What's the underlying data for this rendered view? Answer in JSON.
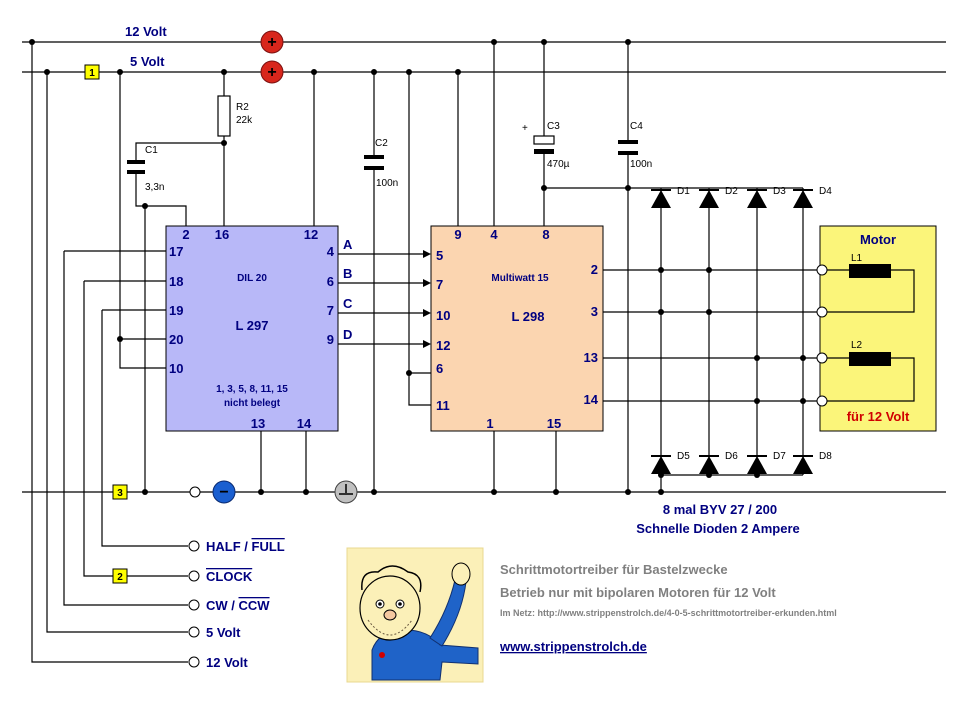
{
  "rails": {
    "v12": "12 Volt",
    "v5": "5 Volt"
  },
  "markers": {
    "m1": "1",
    "m2": "2",
    "m3": "3"
  },
  "components": {
    "r2_name": "R2",
    "r2_value": "22k",
    "c1_name": "C1",
    "c1_value": "3,3n",
    "c2_name": "C2",
    "c2_value": "100n",
    "c3_name": "C3",
    "c3_value": "470µ",
    "c4_name": "C4",
    "c4_value": "100n",
    "c3_plus": "+"
  },
  "ic1": {
    "package": "DIL 20",
    "name": "L 297",
    "note1": "1, 3, 5, 8, 11, 15",
    "note2": "nicht belegt",
    "pin_2": "2",
    "pin_16": "16",
    "pin_12": "12",
    "pin_17": "17",
    "pin_18": "18",
    "pin_19": "19",
    "pin_20": "20",
    "pin_10": "10",
    "pin_4": "4",
    "pin_6": "6",
    "pin_7": "7",
    "pin_9": "9",
    "pin_13": "13",
    "pin_14": "14"
  },
  "signals": {
    "a": "A",
    "b": "B",
    "c": "C",
    "d": "D"
  },
  "ic2": {
    "package": "Multiwatt 15",
    "name": "L 298",
    "pin_9": "9",
    "pin_4": "4",
    "pin_8": "8",
    "pin_5": "5",
    "pin_7": "7",
    "pin_10": "10",
    "pin_12": "12",
    "pin_6": "6",
    "pin_11": "11",
    "pin_1": "1",
    "pin_15": "15",
    "pin_2": "2",
    "pin_3": "3",
    "pin_13": "13",
    "pin_14": "14"
  },
  "diodes": {
    "d1": "D1",
    "d2": "D2",
    "d3": "D3",
    "d4": "D4",
    "d5": "D5",
    "d6": "D6",
    "d7": "D7",
    "d8": "D8",
    "note1": "8 mal BYV 27 / 200",
    "note2": "Schnelle Dioden 2 Ampere"
  },
  "motor": {
    "title": "Motor",
    "l1": "L1",
    "l2": "L2",
    "voltage": "für 12 Volt"
  },
  "inputs": {
    "half_full_a": "HALF / ",
    "half_full_b": "FULL",
    "clock": "CLOCK",
    "cw_a": "CW / ",
    "cw_b": "CCW",
    "v5": "5 Volt",
    "v12": "12 Volt"
  },
  "power_symbols": {
    "plus": "+",
    "minus": "−"
  },
  "caption": {
    "line1": "Schrittmotortreiber für Bastelzwecke",
    "line2": "Betrieb nur mit bipolaren Motoren für 12 Volt",
    "line3": "Im Netz: http://www.strippenstrolch.de/4-0-5-schrittmotortreiber-erkunden.html",
    "url": "www.strippenstrolch.de"
  },
  "colors": {
    "ic1_fill": "#b8b8f8",
    "ic2_fill": "#fbd5b0",
    "motor_fill": "#fbf57a",
    "marker_fill": "#ffff00",
    "plus_red": "#d8261c",
    "minus_blue": "#1a5fd0",
    "label_blue": "#000080"
  }
}
